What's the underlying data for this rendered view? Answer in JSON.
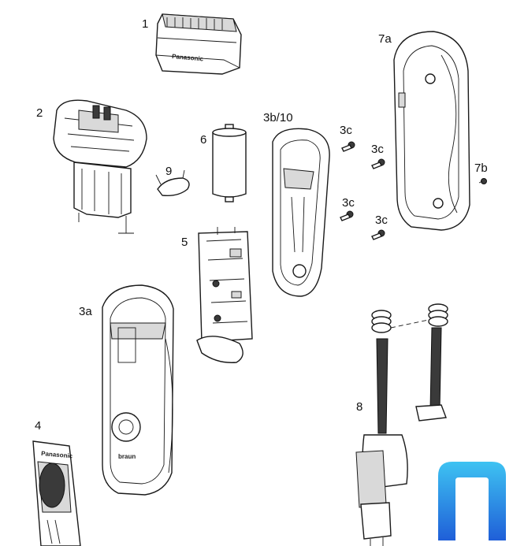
{
  "labels": {
    "l1": "1",
    "l2": "2",
    "l3a": "3a",
    "l3b": "3b/10",
    "l3c_1": "3c",
    "l3c_2": "3c",
    "l3c_3": "3c",
    "l3c_4": "3c",
    "l4": "4",
    "l5": "5",
    "l6": "6",
    "l7a": "7a",
    "l7b": "7b",
    "l8": "8",
    "l9": "9"
  },
  "brand_text": {
    "cassette": "Panasonic",
    "housing": "braun",
    "cover": "Panasonic"
  },
  "logo": {
    "gradient_top": "#3ec3f2",
    "gradient_bottom": "#1f5fd8"
  }
}
